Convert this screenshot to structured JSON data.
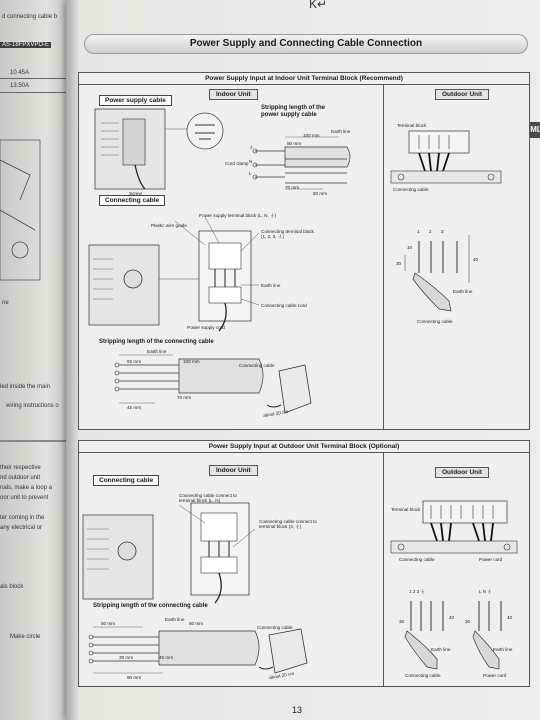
{
  "left_page": {
    "fragments": [
      "d connecting cable b",
      "AS-18FPXVPO-E",
      "10.45A",
      "13.50A",
      "ne",
      "led inside the main",
      "wiring instructions o",
      "their respective",
      "nd outdoor unit",
      "nals, make a loop a",
      "oor unit to prevent",
      "ter coming in the",
      "any electrical or",
      "als block",
      "Make circle"
    ]
  },
  "page": {
    "top_mark": "K↵",
    "title": "Power Supply and Connecting Cable Connection",
    "side_tab": "ML",
    "page_number": "13"
  },
  "section1": {
    "heading": "Power Supply Input at Indoor Unit Terminal Block (Recommend)",
    "indoor_tab": "Indoor Unit",
    "outdoor_tab": "Outdoor Unit",
    "power_supply_cable": "Power supply cable",
    "connecting_cable": "Connecting cable",
    "stripping_power": "Stripping length of the power supply cable",
    "stripping_connecting": "Stripping length of the connecting cable",
    "labels": {
      "cord_clamp": "Cord clamp",
      "screw": "Screw",
      "earth_line": "Earth line",
      "ps_terminal": "Power supply terminal block (L, N, ⏚)",
      "plastic_wire_guide": "Plastic wire guide",
      "conn_terminal": "Connecting terminal block (1, 2, 3, ⏚)",
      "earth_line2": "Earth line",
      "conn_cable_cord": "Connecting cable cord",
      "power_supply_cord": "Power supply cord",
      "earth_line3": "Earth line",
      "connecting_cable_small": "Connecting cable",
      "about": "about 20 cm",
      "terminal_block": "Terminal block",
      "connecting_cable_out": "Connecting cable",
      "earth_line_out": "Earth line",
      "connecting_cable_out2": "Connecting cable",
      "g_label": "⏚",
      "n_label": "N",
      "l_label": "L",
      "dim_100": "100 mm",
      "dim_50": "50 mm",
      "dim_70": "70 mm",
      "dim_60": "60 mm",
      "dim_92": "92 mm",
      "dim_45": "45 mm",
      "t_1": "1",
      "t_2": "2",
      "t_3": "3",
      "d30": "30",
      "d40": "40",
      "d10": "10"
    }
  },
  "section2": {
    "heading": "Power Supply Input at Outdoor Unit Terminal Block (Optional)",
    "indoor_tab": "Indoor Unit",
    "outdoor_tab": "Outdoor Unit",
    "connecting_cable": "Connecting cable",
    "stripping_connecting": "Stripping length of the connecting cable",
    "labels": {
      "conn_to_ln": "Connecting cable connect to terminal block (L, N)",
      "conn_to_3": "Connecting cable connect to terminal block (3, ⏚)",
      "earth_line": "Earth line",
      "connecting_cable_small": "Connecting cable",
      "about": "about 20 cm",
      "terminal_block": "Terminal block",
      "connecting_cable_out": "Connecting cable",
      "power_cord": "Power cord",
      "earth_line_out": "Earth line",
      "earth_line_out2": "Earth line",
      "connecting_cable_out2": "Connecting cable",
      "power_cord2": "Power cord",
      "t_123": "1  2  3  ⏚",
      "t_ln": "L  N  ⏚",
      "d30": "30",
      "d40": "40",
      "d30b": "30",
      "d40b": "40",
      "dim_50": "50 mm",
      "dim_60": "60 mm",
      "dim_30": "30 mm",
      "dim_45": "45 mm",
      "dim_90": "90 mm"
    }
  }
}
